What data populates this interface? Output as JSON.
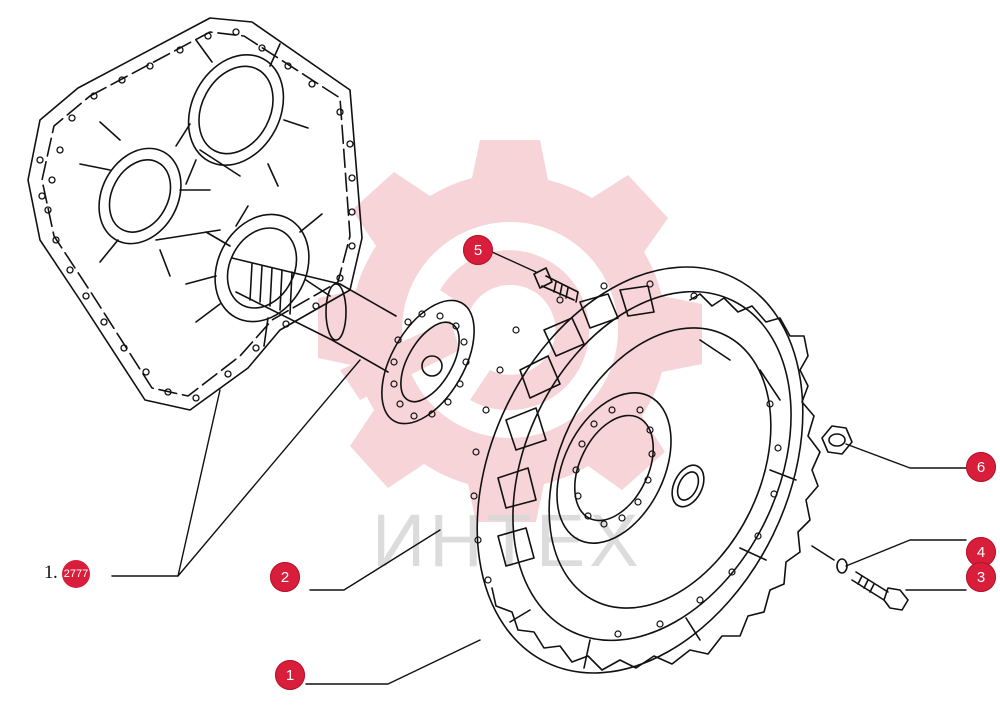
{
  "watermark": {
    "text": "ИНТЕХ",
    "color": "#f3c2c6"
  },
  "reference": {
    "prefix": "1.",
    "number": "2777",
    "badge_color": "#d81e3a"
  },
  "callouts": [
    {
      "id": "1",
      "label": "1"
    },
    {
      "id": "2",
      "label": "2"
    },
    {
      "id": "3",
      "label": "3"
    },
    {
      "id": "4",
      "label": "4"
    },
    {
      "id": "5",
      "label": "5"
    },
    {
      "id": "6",
      "label": "6"
    }
  ],
  "colors": {
    "callout": "#d81e3a",
    "line": "#111111"
  }
}
